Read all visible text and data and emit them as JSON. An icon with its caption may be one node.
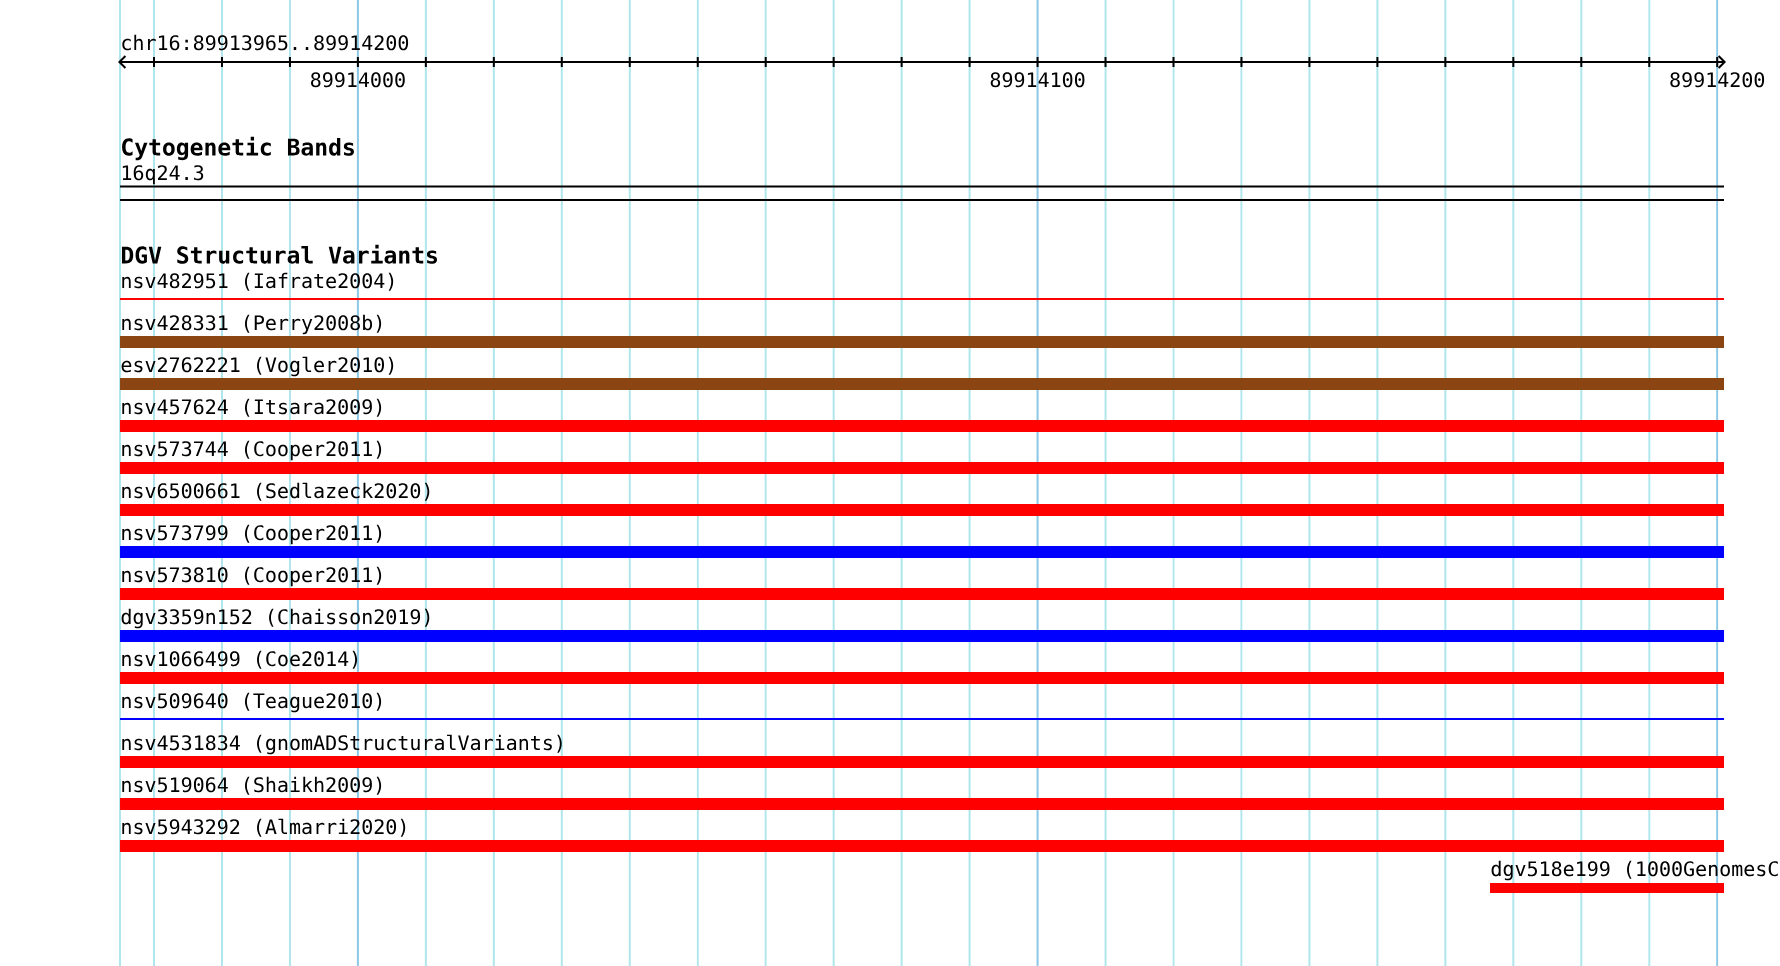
{
  "diagram": {
    "nodes": [
      {
        "text": [
          "16q24.3"
        ]
      },
      {
        "text": [
          "nsv482951 (Iafrate2004)"
        ]
      },
      {
        "text": [
          "nsv428331 (Perry2008b)"
        ]
      },
      {
        "text": [
          "esv2762221 (Vogler2010)"
        ]
      },
      {
        "text": [
          "nsv457624 (Itsara2009)"
        ]
      },
      {
        "text": [
          "nsv573744 (Cooper2011)"
        ]
      },
      {
        "text": [
          "nsv6500661 (Sedlazeck2020)"
        ]
      },
      {
        "text": [
          "nsv573799 (Cooper2011)"
        ]
      },
      {
        "text": [
          "nsv573810 (Cooper2011)"
        ]
      },
      {
        "text": [
          "dgv3359n152 (Chaisson2019)"
        ]
      },
      {
        "text": [
          "nsv1066499 (Coe2014)"
        ]
      },
      {
        "text": [
          "nsv509640 (Teague2010)"
        ]
      },
      {
        "text": [
          "nsv4531834 (gnomADStructuralVariants)"
        ]
      },
      {
        "text": [
          "nsv519064 (Shaikh2009)"
        ]
      },
      {
        "text": [
          "nsv5943292 (Almarri2020)"
        ]
      },
      {
        "text": [
          "dgv518e199 (1000GenomesC"
        ]
      }
    ],
    "labels": [
      "chr16:89913965..89914200",
      "89914000",
      "89914100",
      "89914200",
      "Cytogenetic Bands",
      "DGV Structural Variants"
    ]
  }
}
